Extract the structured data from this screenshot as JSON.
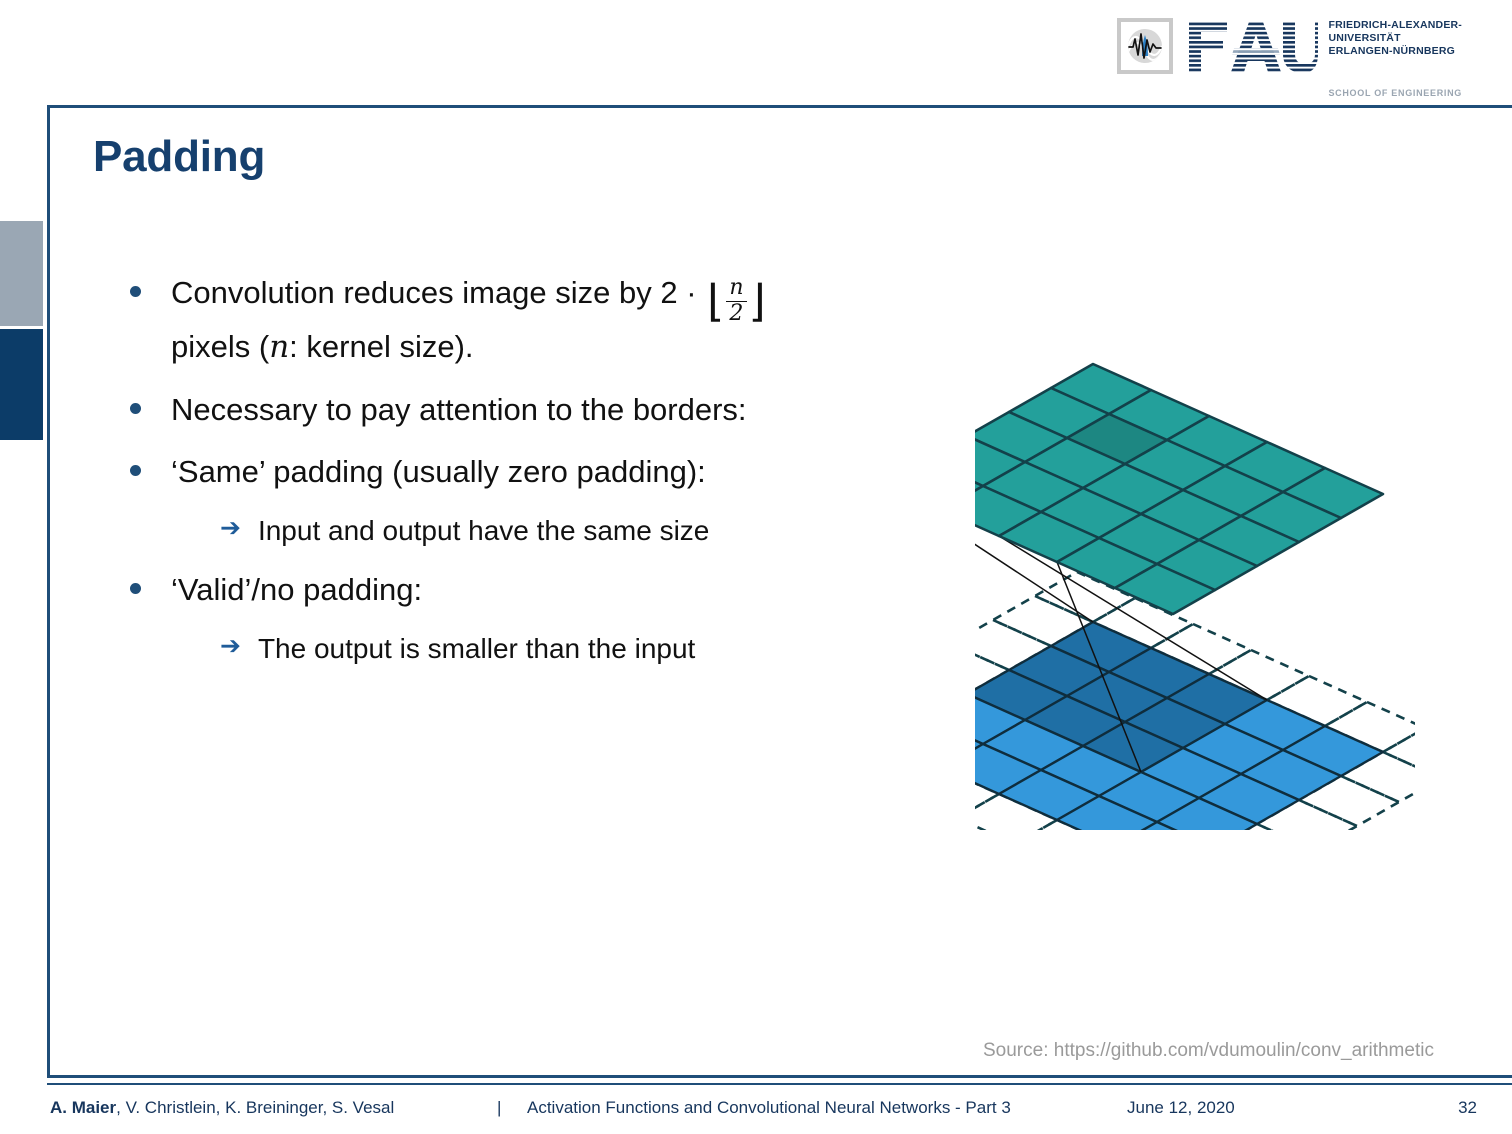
{
  "brand": {
    "accent_navy": "#16406e",
    "accent_blue": "#1f4e79",
    "accent_grey": "#9aa7b4",
    "teal": "#23a09b",
    "blue": "#3498db"
  },
  "logo": {
    "pattern_icon": "waveform-logo-icon",
    "fau_letters": "FAU",
    "university_lines": "FRIEDRICH-ALEXANDER-\nUNIVERSITÄT\nERLANGEN-NÜRNBERG",
    "school": "SCHOOL OF ENGINEERING"
  },
  "slide": {
    "title": "Padding",
    "bullets": [
      {
        "type": "bullet",
        "parts": {
          "before": "Convolution reduces image size by 2 · ",
          "fraction_numerator": "n",
          "fraction_denominator": "2",
          "line2_before": "pixels (",
          "line2_italic": "n",
          "line2_after": ": kernel size)."
        }
      },
      {
        "type": "bullet",
        "text": "Necessary to pay attention to the borders:"
      },
      {
        "type": "bullet",
        "text": "‘Same’ padding (usually zero padding):"
      },
      {
        "type": "sub",
        "text": "Input and output have the same size"
      },
      {
        "type": "bullet",
        "text": "‘Valid’/no padding:"
      },
      {
        "type": "sub",
        "text": "The output is smaller than the input"
      }
    ],
    "sub_arrow_glyph": "➔",
    "source_note": "Source: https://github.com/vdumoulin/conv_arithmetic"
  },
  "figure": {
    "name": "convolution-padding-diagram",
    "output_grid": {
      "label": "output-feature-map",
      "rows": 5,
      "cols": 5,
      "fill": "#23a09b",
      "highlight_fill": "#1d8782",
      "highlight_cell": [
        1,
        1
      ],
      "stroke": "#13414a"
    },
    "input_grid": {
      "label": "input-feature-map",
      "rows": 5,
      "cols": 5,
      "fill": "#3498db",
      "kernel_fill": "#1f6fa5",
      "kernel_rows": 3,
      "kernel_cols": 3,
      "kernel_origin": [
        0,
        0
      ],
      "stroke": "#0f2d3d"
    },
    "padding_border": {
      "label": "zero-padding-dashed-border",
      "style": "dashed",
      "stroke": "#13414a",
      "ring": 1
    },
    "connector_lines": 4
  },
  "footer": {
    "authors_lead": "A. Maier",
    "authors_rest": ", V. Christlein, K. Breininger, S. Vesal",
    "separator": "|",
    "course": "Activation Functions and Convolutional Neural Networks - Part 3",
    "date": "June 12, 2020",
    "page_number": "32"
  }
}
